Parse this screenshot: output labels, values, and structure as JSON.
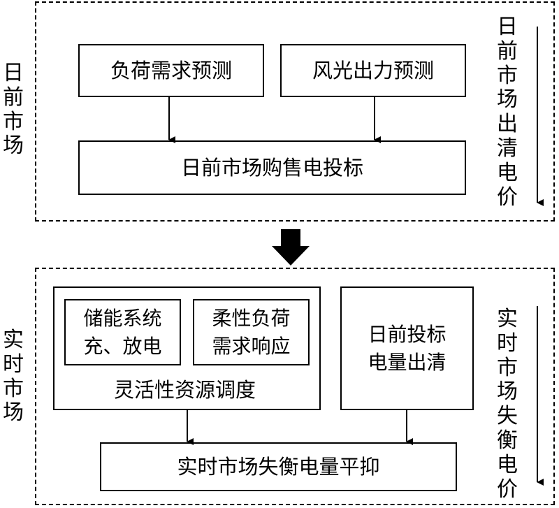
{
  "day_ahead": {
    "side_label": "日前市场",
    "forecast_load": "负荷需求预测",
    "forecast_wind_solar": "风光出力预测",
    "bidding": "日前市场购售电投标",
    "clearing_price": "日前市场出清电价"
  },
  "real_time": {
    "side_label": "实时市场",
    "storage": "储能系统\n充、放电",
    "flexible_load": "柔性负荷\n需求响应",
    "flexible_dispatch": "灵活性资源调度",
    "bid_clearing": "日前投标\n电量出清",
    "imbalance_leveling": "实时市场失衡电量平抑",
    "imbalance_price": "实时市场失衡电价"
  }
}
